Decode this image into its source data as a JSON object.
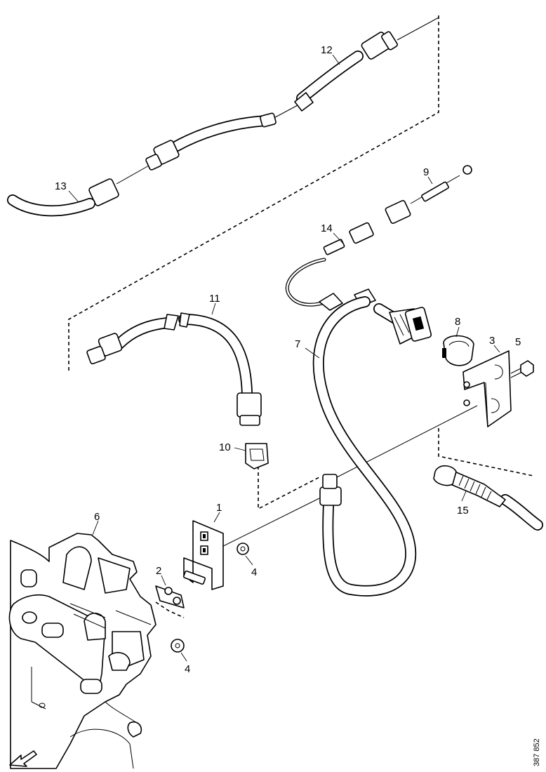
{
  "labels": {
    "p1": "1",
    "p2": "2",
    "p3": "3",
    "p4a": "4",
    "p4b": "4",
    "p5": "5",
    "p6": "6",
    "p7": "7",
    "p8": "8",
    "p9": "9",
    "p10": "10",
    "p11": "11",
    "p12": "12",
    "p13": "13",
    "p14": "14",
    "p15": "15"
  },
  "reference_code": "387 852"
}
